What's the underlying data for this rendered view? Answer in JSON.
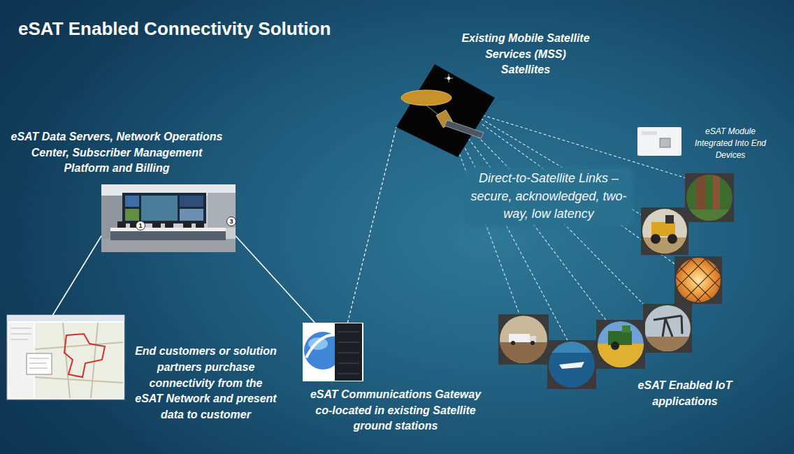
{
  "diagram": {
    "title": "eSAT Enabled Connectivity Solution",
    "nodes": [
      {
        "text": [
          "eSAT Data Servers, Network Operations Center, Subscriber Management Platform and Billing"
        ]
      },
      {
        "text": [
          "Existing Mobile Satellite Services (MSS) Satellites"
        ]
      },
      {
        "text": [
          "eSAT Module Integrated Into End Devices"
        ]
      },
      {
        "text": [
          "End customers or solution partners purchase connectivity from the eSAT Network and present data to customer"
        ]
      },
      {
        "text": [
          "eSAT Communications Gateway co-located in existing Satellite ground stations"
        ]
      }
    ],
    "edges": [
      {
        "from": 0,
        "to": 3,
        "arrow": "none"
      },
      {
        "from": 0,
        "to": 4,
        "arrow": "none"
      },
      {
        "from": 4,
        "to": 1,
        "arrow": "none"
      }
    ],
    "labels": [
      "1",
      "3",
      "Direct-to-Satellite Links – secure, acknowledged, two-way, low latency",
      "eSAT Enabled IoT applications"
    ]
  }
}
